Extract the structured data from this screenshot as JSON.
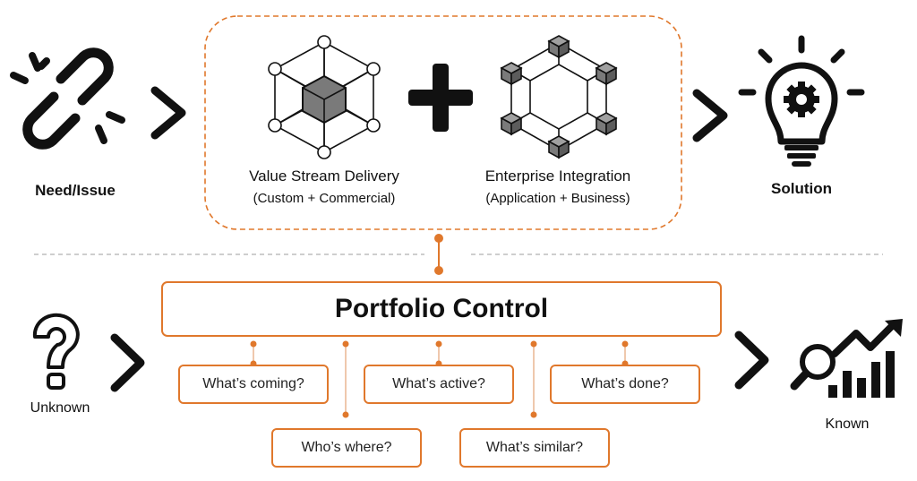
{
  "need_issue": {
    "label": "Need/Issue",
    "icon": "broken-link-icon"
  },
  "solution": {
    "label": "Solution",
    "icon": "lightbulb-gear-icon"
  },
  "value_stream": {
    "title": "Value Stream Delivery",
    "subtitle": "(Custom + Commercial)",
    "icon": "cube-network-icon"
  },
  "enterprise": {
    "title": "Enterprise Integration",
    "subtitle": "(Application + Business)",
    "icon": "hex-cube-network-icon"
  },
  "plus_icon": "plus-icon",
  "portfolio": {
    "title": "Portfolio Control"
  },
  "questions": {
    "coming": "What’s coming?",
    "active": "What’s active?",
    "done": "What’s done?",
    "where": "Who’s where?",
    "similar": "What’s similar?"
  },
  "unknown": {
    "label": "Unknown",
    "icon": "question-mark-icon"
  },
  "known": {
    "label": "Known",
    "icon": "magnifier-growth-chart-icon"
  },
  "colors": {
    "accent": "#e0782c",
    "divider": "#bdbdbd",
    "icon_gray": "#7f7f7f",
    "ink": "#111111"
  }
}
